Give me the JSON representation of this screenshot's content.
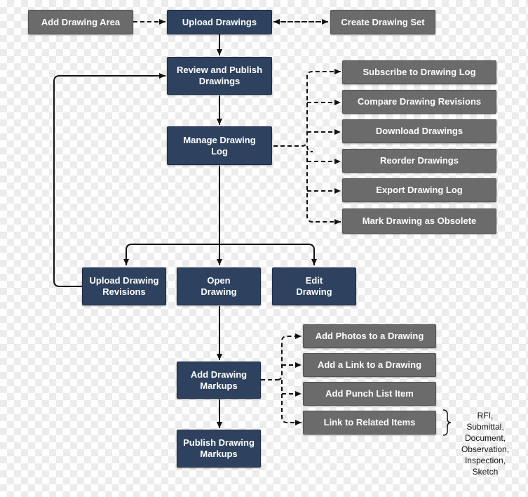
{
  "colors": {
    "primary_node": "#2e4260",
    "secondary_node": "#6b6b6b",
    "connector": "#111111"
  },
  "nodes": {
    "add_drawing_area": "Add Drawing Area",
    "upload_drawings": "Upload Drawings",
    "create_drawing_set": "Create Drawing Set",
    "review_publish": [
      "Review and Publish",
      "Drawings"
    ],
    "manage_drawing_log": [
      "Manage Drawing",
      "Log"
    ],
    "subscribe": "Subscribe to Drawing Log",
    "compare_revisions": "Compare Drawing Revisions",
    "download_drawings": "Download Drawings",
    "reorder_drawings": "Reorder Drawings",
    "export_drawing_log": "Export Drawing Log",
    "mark_obsolete": "Mark Drawing as Obsolete",
    "upload_revisions": [
      "Upload Drawing",
      "Revisions"
    ],
    "open_drawing": [
      "Open",
      "Drawing"
    ],
    "edit_drawing": [
      "Edit",
      "Drawing"
    ],
    "add_markups": [
      "Add Drawing",
      "Markups"
    ],
    "publish_markups": [
      "Publish Drawing",
      "Markups"
    ],
    "add_photos": "Add Photos to a Drawing",
    "add_link": "Add a Link to a Drawing",
    "add_punch_item": "Add Punch List Item",
    "link_related": "Link to Related Items"
  },
  "related_items_note": [
    "RFI,",
    "Submittal,",
    "Document,",
    "Observation,",
    "Inspection,",
    "Sketch"
  ]
}
